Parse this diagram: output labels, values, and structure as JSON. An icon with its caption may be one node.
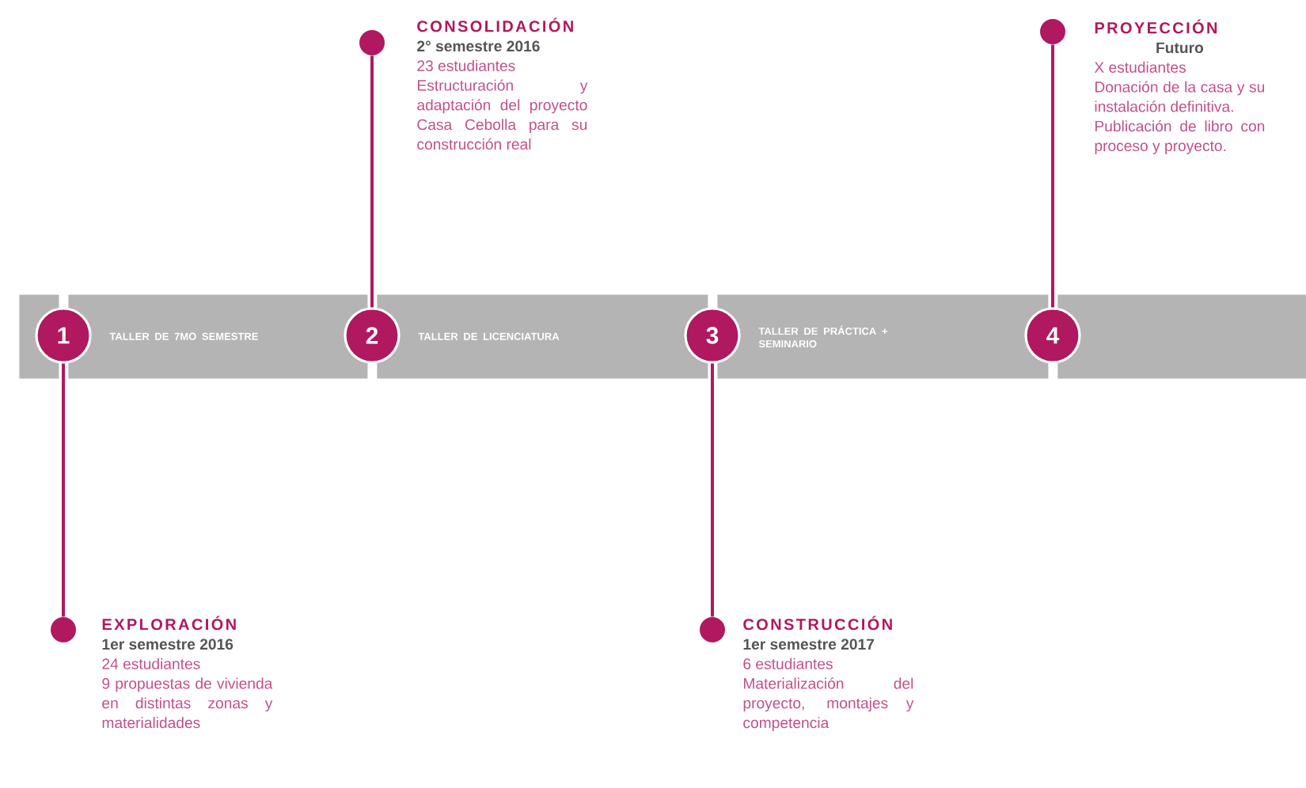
{
  "diagram": {
    "nodes": [
      {
        "text": [],
        "shape": "bar"
      },
      {
        "text": [
          "TALLER DE 7MO SEMESTRE"
        ]
      },
      {
        "text": [
          "TALLER DE LICENCIATURA"
        ]
      },
      {
        "text": [
          "TALLER DE PRÁCTICA + SEMINARIO"
        ]
      },
      {
        "text": [],
        "shape": "bar"
      },
      {
        "text": [
          "1"
        ]
      },
      {
        "text": [
          "2"
        ]
      },
      {
        "text": [
          "3"
        ]
      },
      {
        "text": [
          "4"
        ]
      },
      {
        "text": [],
        "shape": "circle",
        "beside": [
          "EXPLORACIÓN",
          "1er semestre 2016",
          "24 estudiantes",
          "9 propuestas de vivienda en distintas zonas y materialidades"
        ]
      },
      {
        "text": [],
        "shape": "circle",
        "beside": [
          "CONSOLIDACIÓN",
          "2° semestre 2016",
          "23 estudiantes",
          "Estructuración y adaptación del proyecto Casa Cebolla para su construcción real"
        ]
      },
      {
        "text": [],
        "shape": "circle",
        "beside": [
          "CONSTRUCCIÓN",
          "1er semestre 2017",
          "6 estudiantes",
          "Materialización del proyecto, montajes y competencia"
        ]
      },
      {
        "text": [],
        "shape": "circle",
        "beside": [
          "PROYECCIÓN",
          "Futuro",
          "X estudiantes",
          "Donación de la casa y su instalación definitiva.",
          "Publicación de libro con proceso y proyecto."
        ]
      }
    ],
    "edges": [
      {
        "from": 5,
        "to": 9,
        "arrow": "none"
      },
      {
        "from": 6,
        "to": 10,
        "arrow": "none"
      },
      {
        "from": 7,
        "to": 11,
        "arrow": "none"
      },
      {
        "from": 8,
        "to": 12,
        "arrow": "none"
      }
    ]
  }
}
